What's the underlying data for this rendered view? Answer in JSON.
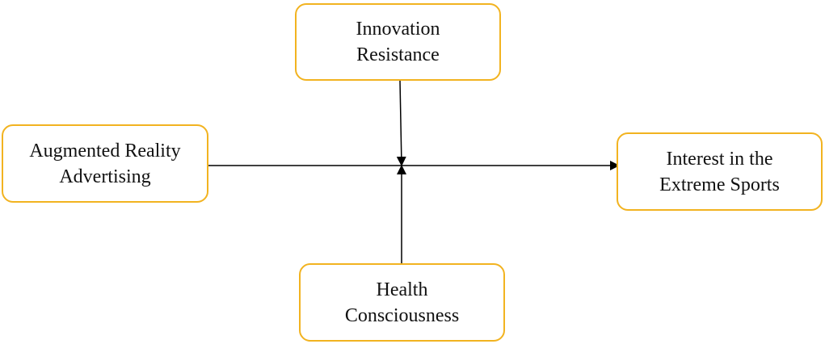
{
  "diagram": {
    "nodes": {
      "innovation_resistance": {
        "line1": "Innovation",
        "line2": "Resistance"
      },
      "augmented_reality_advertising": {
        "line1": "Augmented Reality",
        "line2": "Advertising"
      },
      "interest_extreme_sports": {
        "line1": "Interest in the",
        "line2": "Extreme Sports"
      },
      "health_consciousness": {
        "line1": "Health",
        "line2": "Consciousness"
      }
    },
    "edges": [
      {
        "from": "augmented_reality_advertising",
        "to": "interest_extreme_sports"
      },
      {
        "from": "innovation_resistance",
        "to": "augmented_reality_advertising->interest_extreme_sports"
      },
      {
        "from": "health_consciousness",
        "to": "augmented_reality_advertising->interest_extreme_sports"
      }
    ],
    "colors": {
      "box_border": "#f2b320",
      "line": "#000000",
      "text": "#111111"
    }
  }
}
